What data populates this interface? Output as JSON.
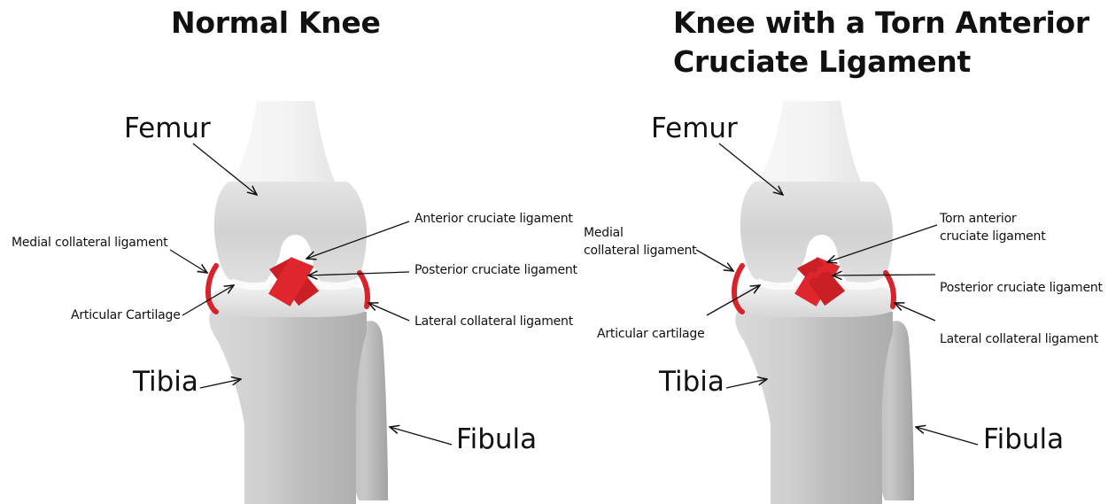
{
  "left_panel": {
    "title": "Normal Knee",
    "labels": {
      "femur": "Femur",
      "tibia": "Tibia",
      "fibula": "Fibula",
      "mcl": "Medial collateral ligament",
      "cartilage": "Articular Cartilage",
      "acl": "Anterior cruciate ligament",
      "pcl": "Posterior cruciate ligament",
      "lcl": "Lateral collateral ligament"
    }
  },
  "right_panel": {
    "title_line1": "Knee with a Torn Anterior",
    "title_line2": "Cruciate Ligament",
    "labels": {
      "femur": "Femur",
      "tibia": "Tibia",
      "fibula": "Fibula",
      "mcl_line1": "Medial",
      "mcl_line2": "collateral ligament",
      "cartilage": "Articular cartilage",
      "acl_line1": "Torn anterior",
      "acl_line2": "cruciate ligament",
      "pcl": "Posterior cruciate ligament",
      "lcl": "Lateral collateral ligament"
    }
  },
  "colors": {
    "ligament": "#d8232a",
    "bone_light": "#efefef",
    "bone_mid": "#c9c9c9",
    "bone_dark": "#a9a9a9"
  }
}
